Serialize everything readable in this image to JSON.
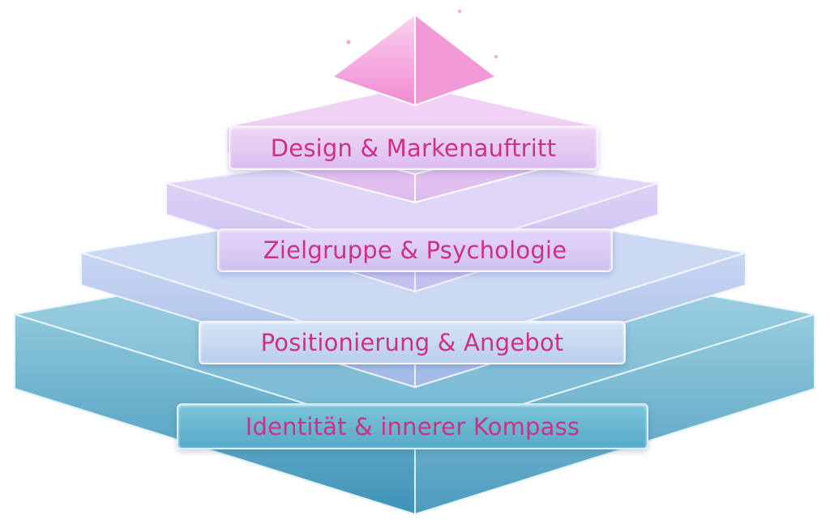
{
  "diagram": {
    "type": "pyramid",
    "levels": [
      {
        "label": "Design & Markenauftritt",
        "color": "#e8c4f2"
      },
      {
        "label": "Zielgruppe & Psychologie",
        "color": "#d6c6f2"
      },
      {
        "label": "Positionierung & Angebot",
        "color": "#b8cdee"
      },
      {
        "label": "Identität & innerer Kompass",
        "color": "#5fb0cb"
      }
    ],
    "text_color": "#cf2f86",
    "apex_color": "#f49ad8"
  }
}
